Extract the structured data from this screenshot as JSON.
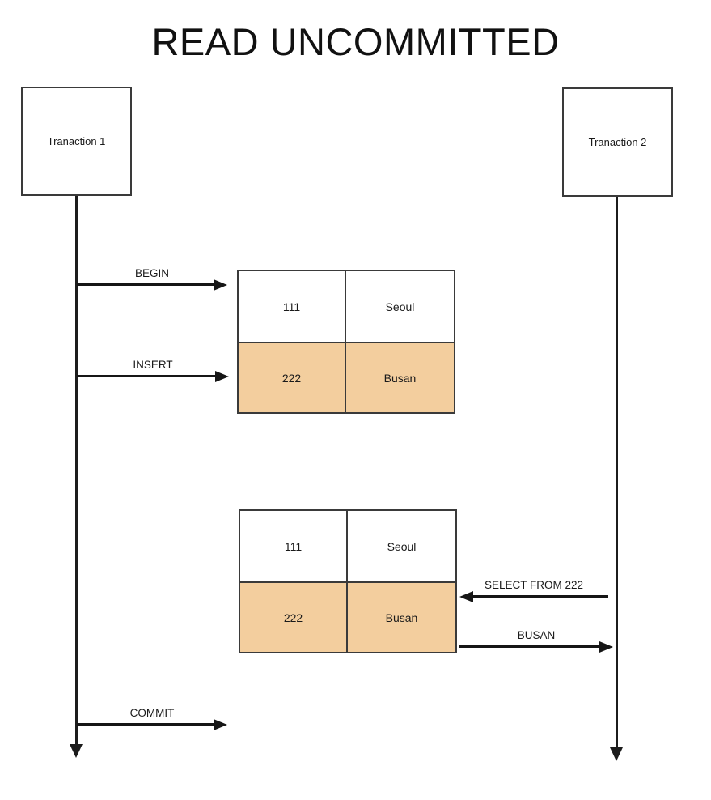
{
  "title": "READ UNCOMMITTED",
  "actors": {
    "transaction1": "Tranaction 1",
    "transaction2": "Tranaction 2"
  },
  "messages": {
    "begin": "BEGIN",
    "insert": "INSERT",
    "select_from": "SELECT FROM 222",
    "busan_result": "BUSAN",
    "commit": "COMMIT"
  },
  "tables": {
    "after_insert": {
      "rows": [
        {
          "id": "111",
          "city": "Seoul",
          "highlighted": false
        },
        {
          "id": "222",
          "city": "Busan",
          "highlighted": true
        }
      ]
    },
    "seen_by_transaction2": {
      "rows": [
        {
          "id": "111",
          "city": "Seoul",
          "highlighted": false
        },
        {
          "id": "222",
          "city": "Busan",
          "highlighted": true
        }
      ]
    }
  },
  "colors": {
    "row_highlight": "#F3CE9E",
    "stroke": "#3a3a3a",
    "line": "#161616"
  }
}
